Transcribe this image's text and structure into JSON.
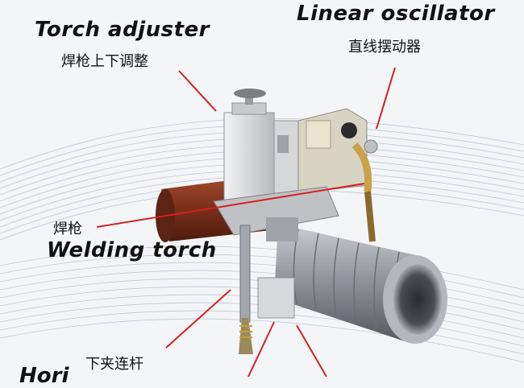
{
  "labels": {
    "torch_adjuster_en": "Torch adjuster",
    "torch_adjuster_zh": "焊枪上下调整",
    "linear_oscillator_en": "Linear oscillator",
    "linear_oscillator_zh": "直线摆动器",
    "welding_torch_zh": "焊枪",
    "welding_torch_en": "Welding torch",
    "lower_clamp_zh": "下夹连杆",
    "cutoff_en": "Hori"
  },
  "colors": {
    "background": "#f3f5f7",
    "leader_line": "#d62020",
    "pipe_rust": "#8a3a22",
    "metal_light": "#d9dadc",
    "metal_dark": "#7d7f82",
    "brass": "#c9a24a"
  }
}
